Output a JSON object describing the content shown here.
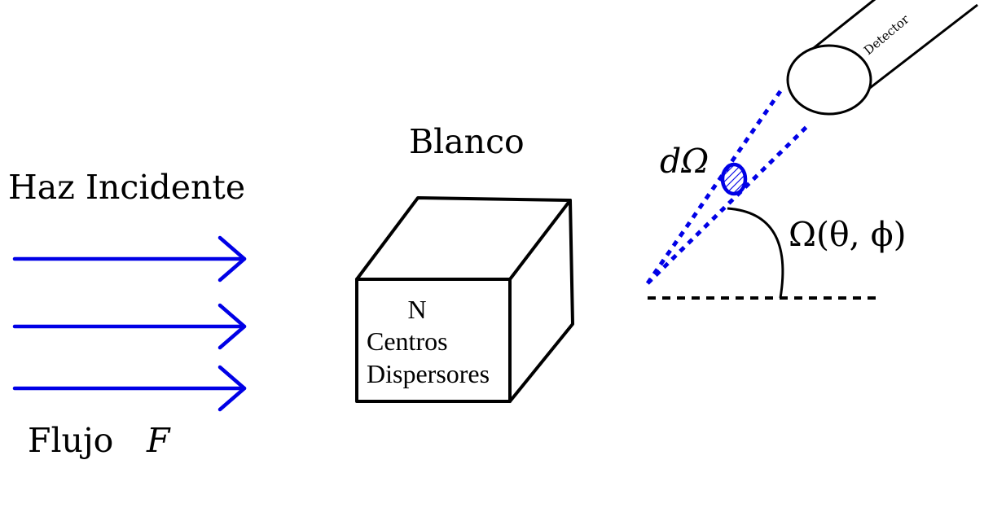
{
  "labels": {
    "beam": "Haz Incidente",
    "flux": "Flujo",
    "flux_symbol": "F",
    "target": "Blanco",
    "n": "N",
    "centers": "Centros",
    "scatterers": "Dispersores",
    "solid_angle_element": "dΩ",
    "solid_angle": "Ω(θ, ϕ)",
    "detector": "Detector"
  },
  "colors": {
    "beam": "#0000e6",
    "ink": "#000000"
  },
  "arrows": {
    "count": 3
  }
}
